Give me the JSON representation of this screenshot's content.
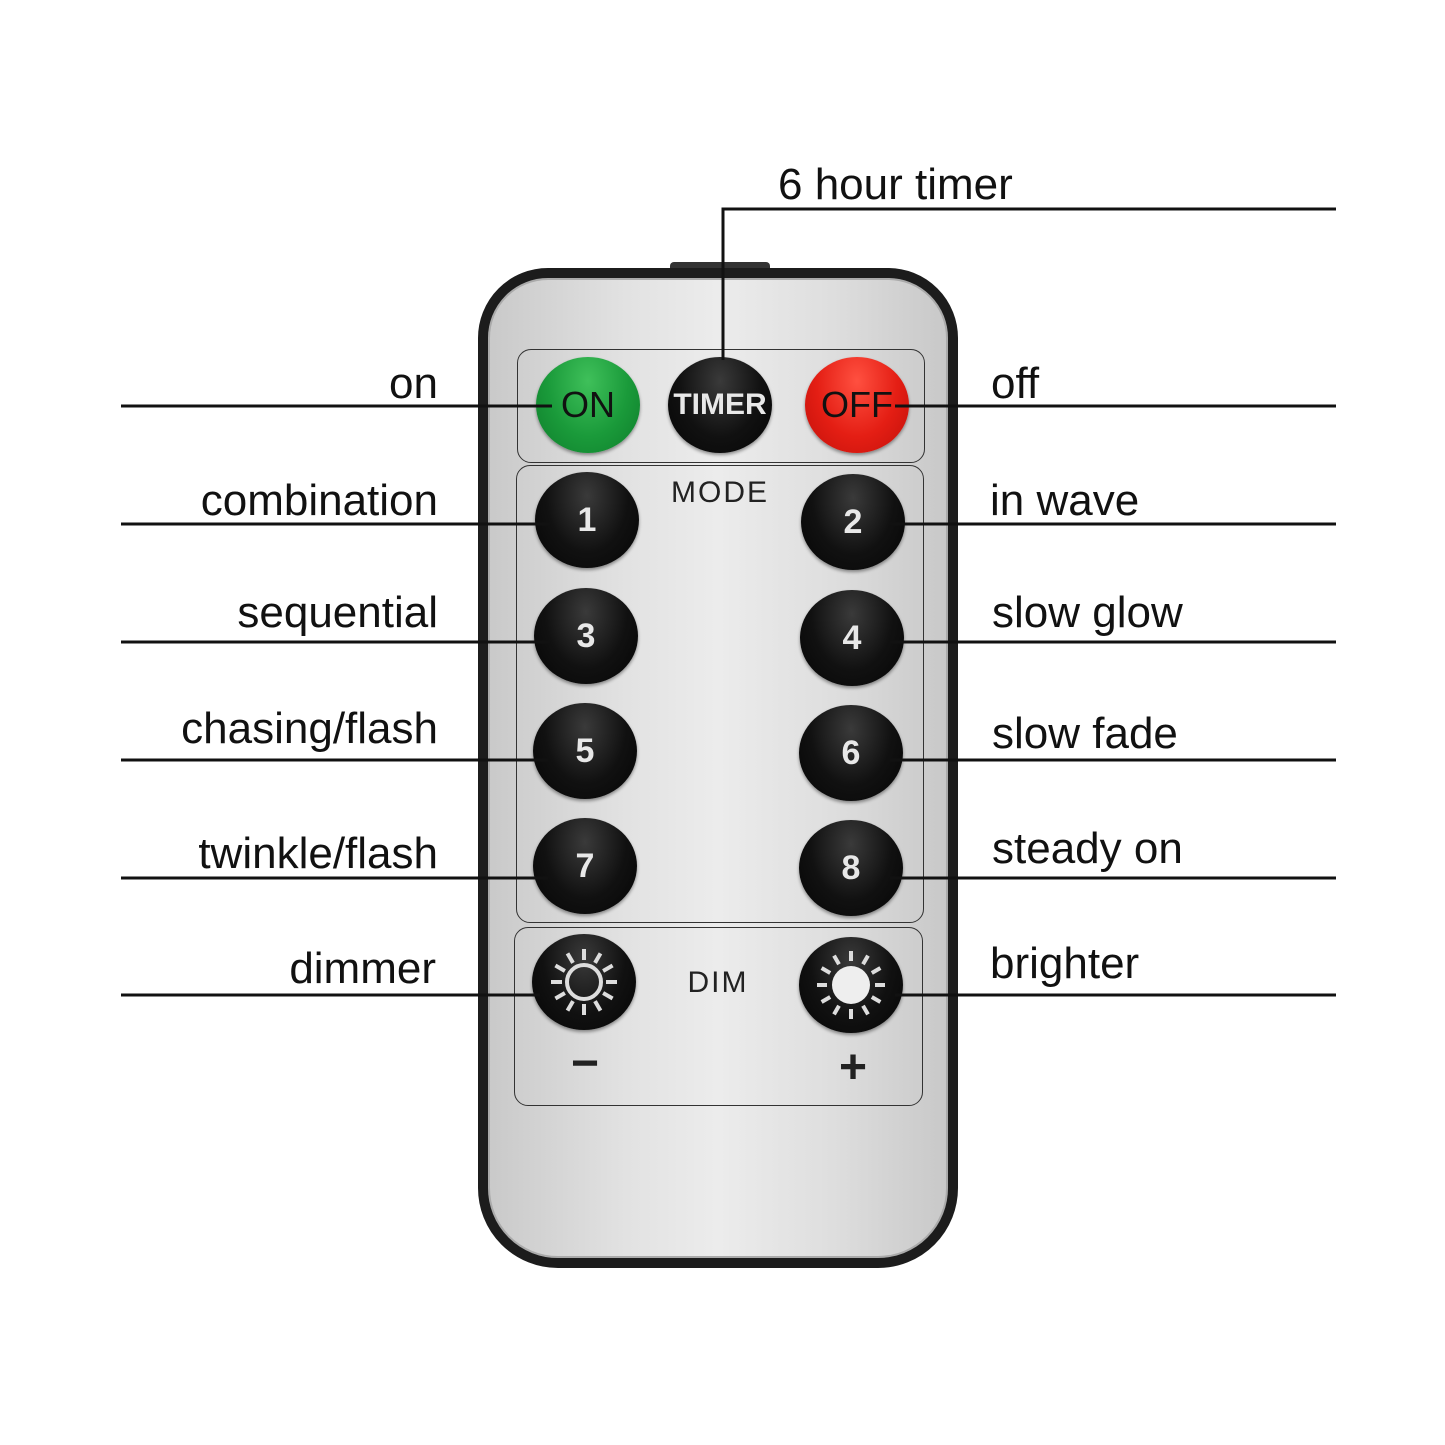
{
  "remote": {
    "top_buttons": [
      {
        "id": "on",
        "label": "ON",
        "color": "#1a9a3a"
      },
      {
        "id": "timer",
        "label": "TIMER",
        "color": "#111111"
      },
      {
        "id": "off",
        "label": "OFF",
        "color": "#e41e14"
      }
    ],
    "mode_label": "MODE",
    "mode_buttons": [
      "1",
      "2",
      "3",
      "4",
      "5",
      "6",
      "7",
      "8"
    ],
    "dim_label": "DIM",
    "dim_minus": "−",
    "dim_plus": "+",
    "dim_icons": [
      "sun-outline-icon",
      "sun-filled-icon"
    ]
  },
  "callouts": {
    "top": "6 hour timer",
    "left": [
      "on",
      "combination",
      "sequential",
      "chasing/flash",
      "twinkle/flash",
      "dimmer"
    ],
    "right": [
      "off",
      "in wave",
      "slow glow",
      "slow fade",
      "steady on",
      "brighter"
    ]
  }
}
